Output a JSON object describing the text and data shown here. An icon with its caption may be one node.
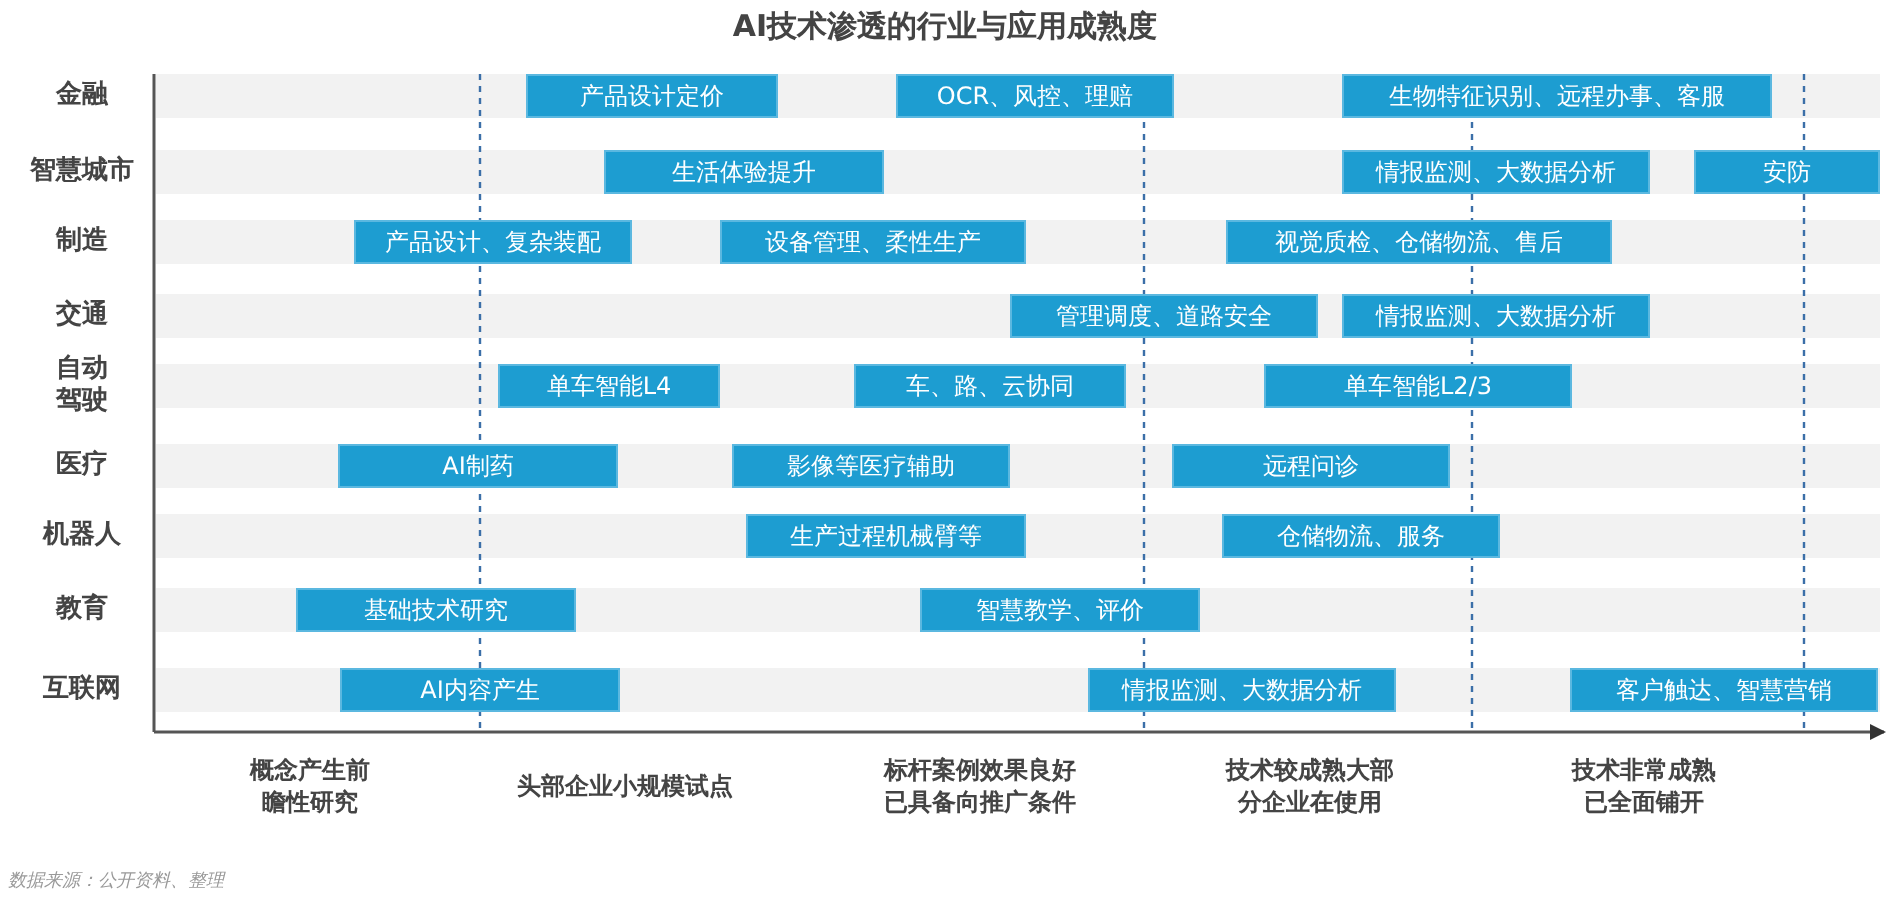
{
  "diagram": {
    "title": "AI技术渗透的行业与应用成熟度",
    "caption": "数据来源：公开资料、整理",
    "nodes": [
      {
        "text": [
          "产品设计定价"
        ]
      },
      {
        "text": [
          "OCR、风控、理赔"
        ]
      },
      {
        "text": [
          "生物特征识别、远程办事、客服"
        ]
      },
      {
        "text": [
          "生活体验提升"
        ]
      },
      {
        "text": [
          "情报监测、大数据分析"
        ]
      },
      {
        "text": [
          "安防"
        ]
      },
      {
        "text": [
          "产品设计、复杂装配"
        ]
      },
      {
        "text": [
          "设备管理、柔性生产"
        ]
      },
      {
        "text": [
          "视觉质检、仓储物流、售后"
        ]
      },
      {
        "text": [
          "管理调度、道路安全"
        ]
      },
      {
        "text": [
          "情报监测、大数据分析"
        ]
      },
      {
        "text": [
          "单车智能L4"
        ]
      },
      {
        "text": [
          "车、路、云协同"
        ]
      },
      {
        "text": [
          "单车智能L2/3"
        ]
      },
      {
        "text": [
          "AI制药"
        ]
      },
      {
        "text": [
          "影像等医疗辅助"
        ]
      },
      {
        "text": [
          "远程问诊"
        ]
      },
      {
        "text": [
          "生产过程机械臂等"
        ]
      },
      {
        "text": [
          "仓储物流、服务"
        ]
      },
      {
        "text": [
          "基础技术研究"
        ]
      },
      {
        "text": [
          "智慧教学、评价"
        ]
      },
      {
        "text": [
          "AI内容产生"
        ]
      },
      {
        "text": [
          "情报监测、大数据分析"
        ]
      },
      {
        "text": [
          "客户触达、智慧营销"
        ]
      }
    ],
    "labels": [
      "金融",
      "智慧城市",
      "制造",
      "交通",
      "自动驾驶",
      "医疗",
      "机器人",
      "教育",
      "互联网",
      "概念产生前瞻性研究",
      "头部企业小规模试点",
      "标杆案例效果良好已具备向推广条件",
      "技术较成熟大部分企业在使用",
      "技术非常成熟已全面铺开"
    ]
  }
}
